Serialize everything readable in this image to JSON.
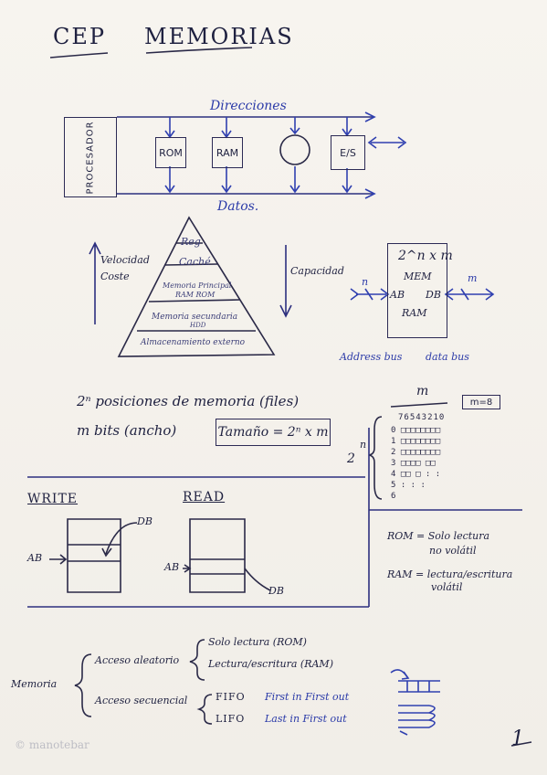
{
  "title": {
    "left": "CEP",
    "right": "MEMORIAS"
  },
  "bus": {
    "top_label": "Direcciones",
    "bottom_label": "Datos.",
    "processor": "PROCESADOR",
    "rom": "ROM",
    "ram": "RAM",
    "es": "E/S"
  },
  "pyramid": {
    "left_label_1": "Velocidad",
    "left_label_2": "Coste",
    "right_label": "Capacidad",
    "levels": [
      "Reg",
      "Caché",
      "Memoria Principal",
      "RAM ROM",
      "Memoria secundaria",
      "HDD",
      "Almacenamiento externo"
    ]
  },
  "mem_block": {
    "size": "2^n x m",
    "mem": "MEM",
    "ab": "AB",
    "db": "DB",
    "ram": "RAM",
    "n": "n",
    "m": "m",
    "address_bus": "Address bus",
    "data_bus": "data bus"
  },
  "positions": {
    "line1": "2ⁿ posiciones de memoria (files)",
    "line2": "m bits (ancho)",
    "size": "Tamaño = 2ⁿ x m"
  },
  "grid": {
    "m": "m",
    "m_eq": "m=8",
    "header": "76543210",
    "rows": [
      "0 □□□□□□□□",
      "1 □□□□□□□□",
      "2 □□□□□□□□",
      "3 □□□□ □□",
      "4 □□ □ :  :",
      "5     :  :  :",
      "6"
    ],
    "n": "n",
    "two": "2"
  },
  "rw": {
    "write": "WRITE",
    "read": "READ",
    "db": "DB",
    "ab": "AB",
    "ab2": "AB",
    "db2": "DB"
  },
  "notes": {
    "rom": "ROM = Solo lectura",
    "rom2": "no volátil",
    "ram": "RAM = lectura/escritura",
    "ram2": "volátil"
  },
  "tree": {
    "root": "Memoria",
    "random": "Acceso aleatorio",
    "ro": "Solo lectura (ROM)",
    "rw": "Lectura/escritura (RAM)",
    "seq": "Acceso secuencial",
    "fifo": "FIFO",
    "fifo_desc": "First in First out",
    "lifo": "LIFO",
    "lifo_desc": "Last in First out"
  },
  "watermark": "© manotebar",
  "page_number": "1"
}
